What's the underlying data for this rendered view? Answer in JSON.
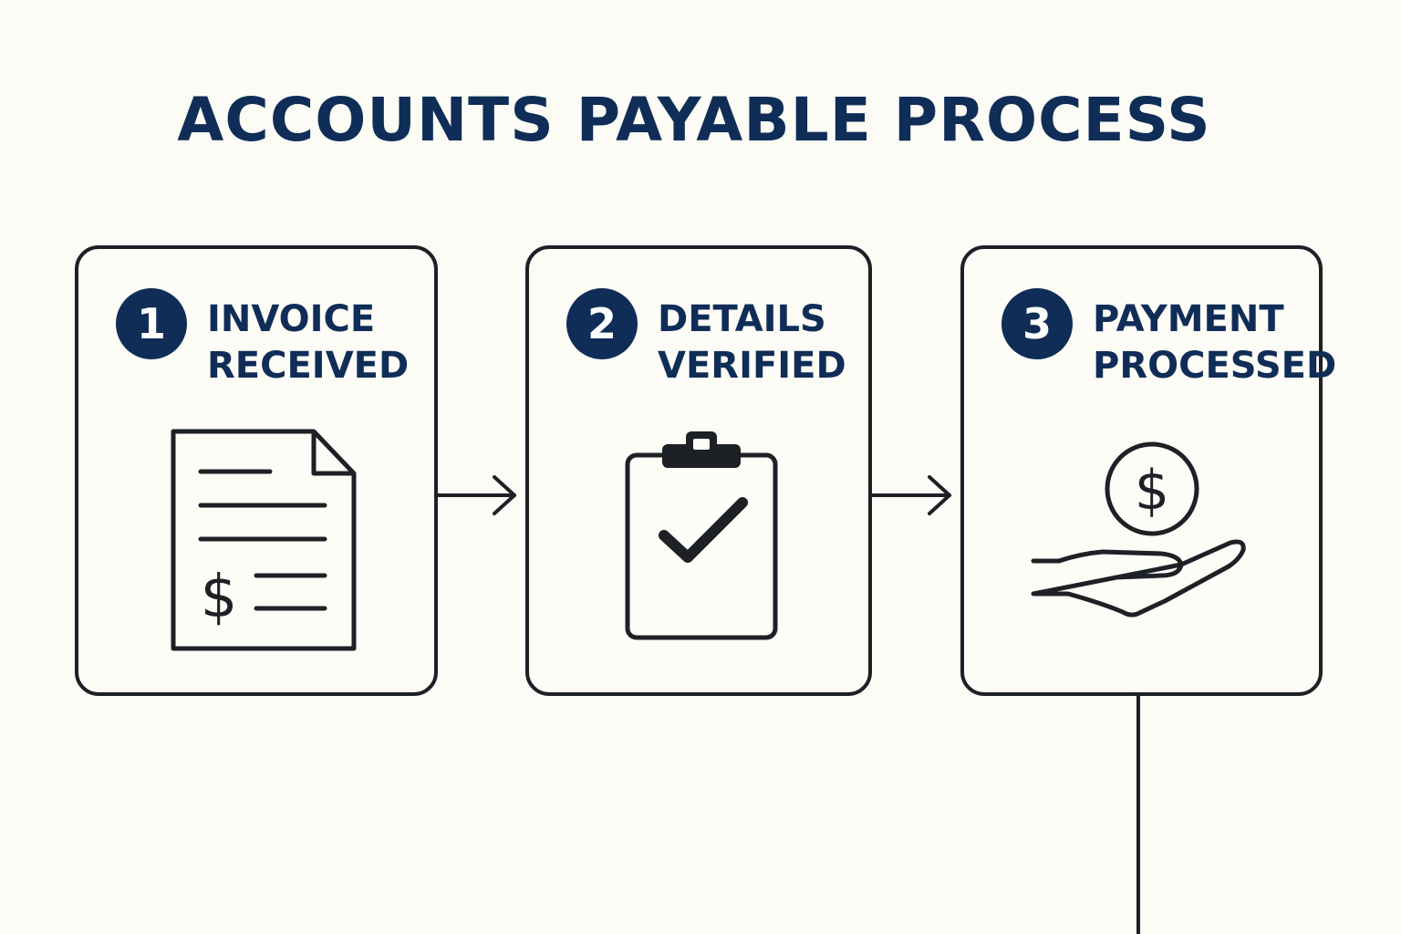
{
  "title": "ACCOUNTS PAYABLE PROCESS",
  "colors": {
    "background": "#fcfbf6",
    "navy": "#0f2d57",
    "outline": "#1d2126"
  },
  "steps": [
    {
      "number": "1",
      "line1": "INVOICE",
      "line2": "RECEIVED",
      "icon": "invoice-document-icon"
    },
    {
      "number": "2",
      "line1": "DETAILS",
      "line2": "VERIFIED",
      "icon": "clipboard-check-icon"
    },
    {
      "number": "3",
      "line1": "PAYMENT",
      "line2": "PROCESSED",
      "icon": "hand-coin-icon"
    }
  ],
  "invoice_currency_symbol": "$",
  "payment_currency_symbol": "$"
}
